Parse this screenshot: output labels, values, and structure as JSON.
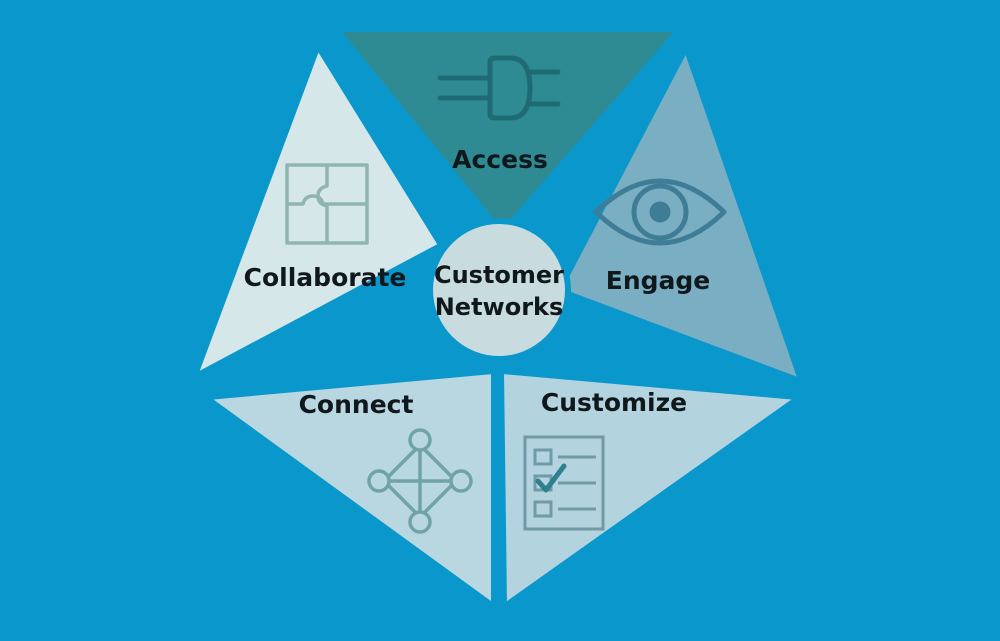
{
  "background_color": "#0a97cc",
  "center": {
    "line1": "Customer",
    "line2": "Networks",
    "fill": "#c8dcdf"
  },
  "segments": [
    {
      "id": "access",
      "label": "Access",
      "icon": "plug-icon",
      "fill": "#2e8b94"
    },
    {
      "id": "engage",
      "label": "Engage",
      "icon": "eye-icon",
      "fill": "#7aaec3"
    },
    {
      "id": "customize",
      "label": "Customize",
      "icon": "checklist-icon",
      "fill": "#b3d4df"
    },
    {
      "id": "connect",
      "label": "Connect",
      "icon": "network-nodes-icon",
      "fill": "#b9d7e0"
    },
    {
      "id": "collaborate",
      "label": "Collaborate",
      "icon": "puzzle-icon",
      "fill": "#d6e7ea"
    }
  ]
}
